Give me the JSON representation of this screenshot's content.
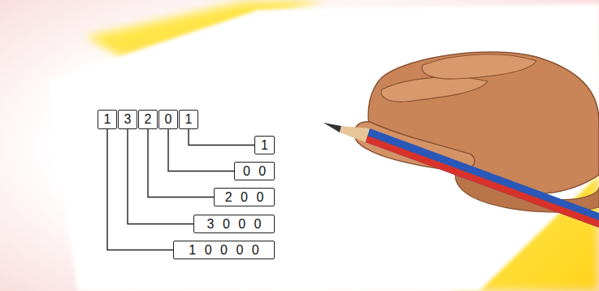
{
  "diagram": {
    "nodes": [
      {
        "text": [
          "1"
        ]
      },
      {
        "text": [
          "3"
        ]
      },
      {
        "text": [
          "2"
        ]
      },
      {
        "text": [
          "0"
        ]
      },
      {
        "text": [
          "1"
        ]
      },
      {
        "text": [
          "1"
        ]
      },
      {
        "text": [
          "0 0"
        ]
      },
      {
        "text": [
          "2 0 0"
        ]
      },
      {
        "text": [
          "3 0 0 0"
        ]
      },
      {
        "text": [
          "1 0 0 0 0"
        ]
      }
    ],
    "edges": [
      {
        "from": 4,
        "to": 5,
        "arrow": "none"
      },
      {
        "from": 3,
        "to": 6,
        "arrow": "none"
      },
      {
        "from": 2,
        "to": 7,
        "arrow": "none"
      },
      {
        "from": 1,
        "to": 8,
        "arrow": "none"
      },
      {
        "from": 0,
        "to": 9,
        "arrow": "none"
      }
    ]
  }
}
